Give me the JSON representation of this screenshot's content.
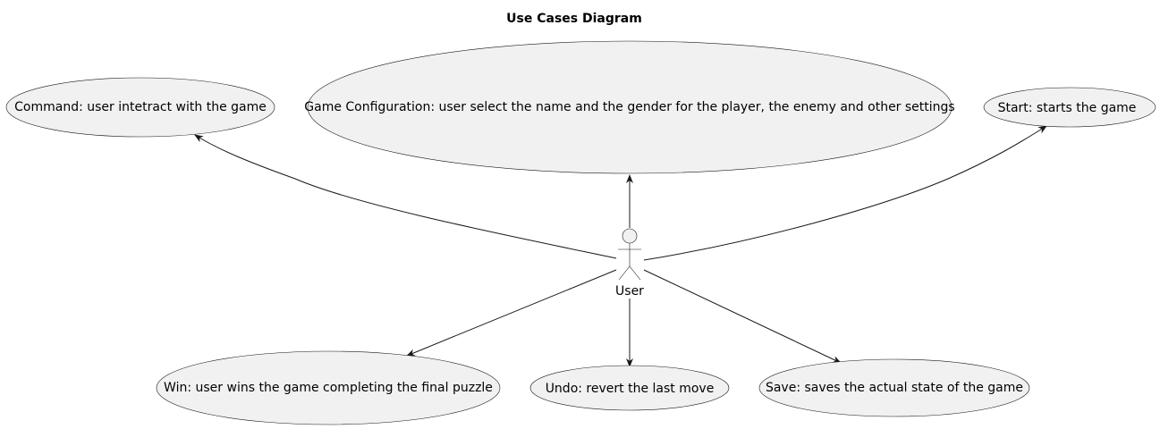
{
  "title": "Use Cases Diagram",
  "actor": {
    "name": "User"
  },
  "use_cases": {
    "command": "Command: user intetract with the game",
    "config": "Game Configuration: user select the name and the gender for the player, the enemy and other settings",
    "start": "Start: starts the game",
    "win": "Win: user wins the game completing the final puzzle",
    "undo": "Undo: revert the last move",
    "save": "Save: saves the actual state of the game"
  },
  "colors": {
    "node_fill": "#f1f1f1",
    "stroke": "#181818"
  }
}
